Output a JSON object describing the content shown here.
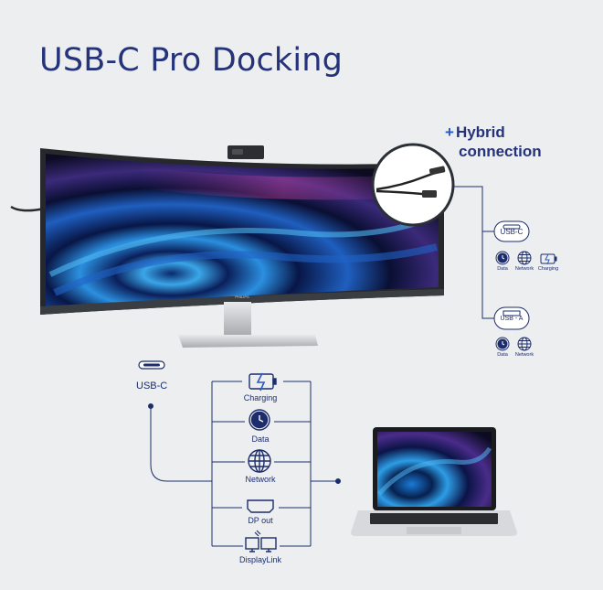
{
  "title": "USB-C Pro Docking",
  "hybrid": {
    "plus": "+",
    "line1": "Hybrid",
    "line2": "connection"
  },
  "right_ports": {
    "usb_c": {
      "label": "USB-C",
      "items": [
        "Data",
        "Network",
        "Charging"
      ]
    },
    "usb_a": {
      "label": "USB - A",
      "items": [
        "Data",
        "Network"
      ]
    }
  },
  "left_port_label": "USB-C",
  "features": [
    "Charging",
    "Data",
    "Network",
    "DP out",
    "DisplayLink"
  ],
  "monitor_brand": "PHILIPS",
  "colors": {
    "title": "#25337a",
    "accent": "#2a59c6",
    "line": "#1d2d6b",
    "background": "#eceef0"
  }
}
